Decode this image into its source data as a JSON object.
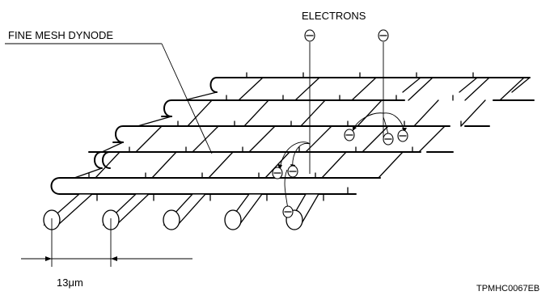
{
  "labels": {
    "electrons": "ELECTRONS",
    "fine_mesh_dynode": "FINE MESH DYNODE",
    "pitch": "13μm",
    "figure_code": "TPMHC0067EB"
  },
  "colors": {
    "line": "#000000",
    "background": "#ffffff"
  },
  "icons": {
    "electron": "circled-minus-icon"
  }
}
